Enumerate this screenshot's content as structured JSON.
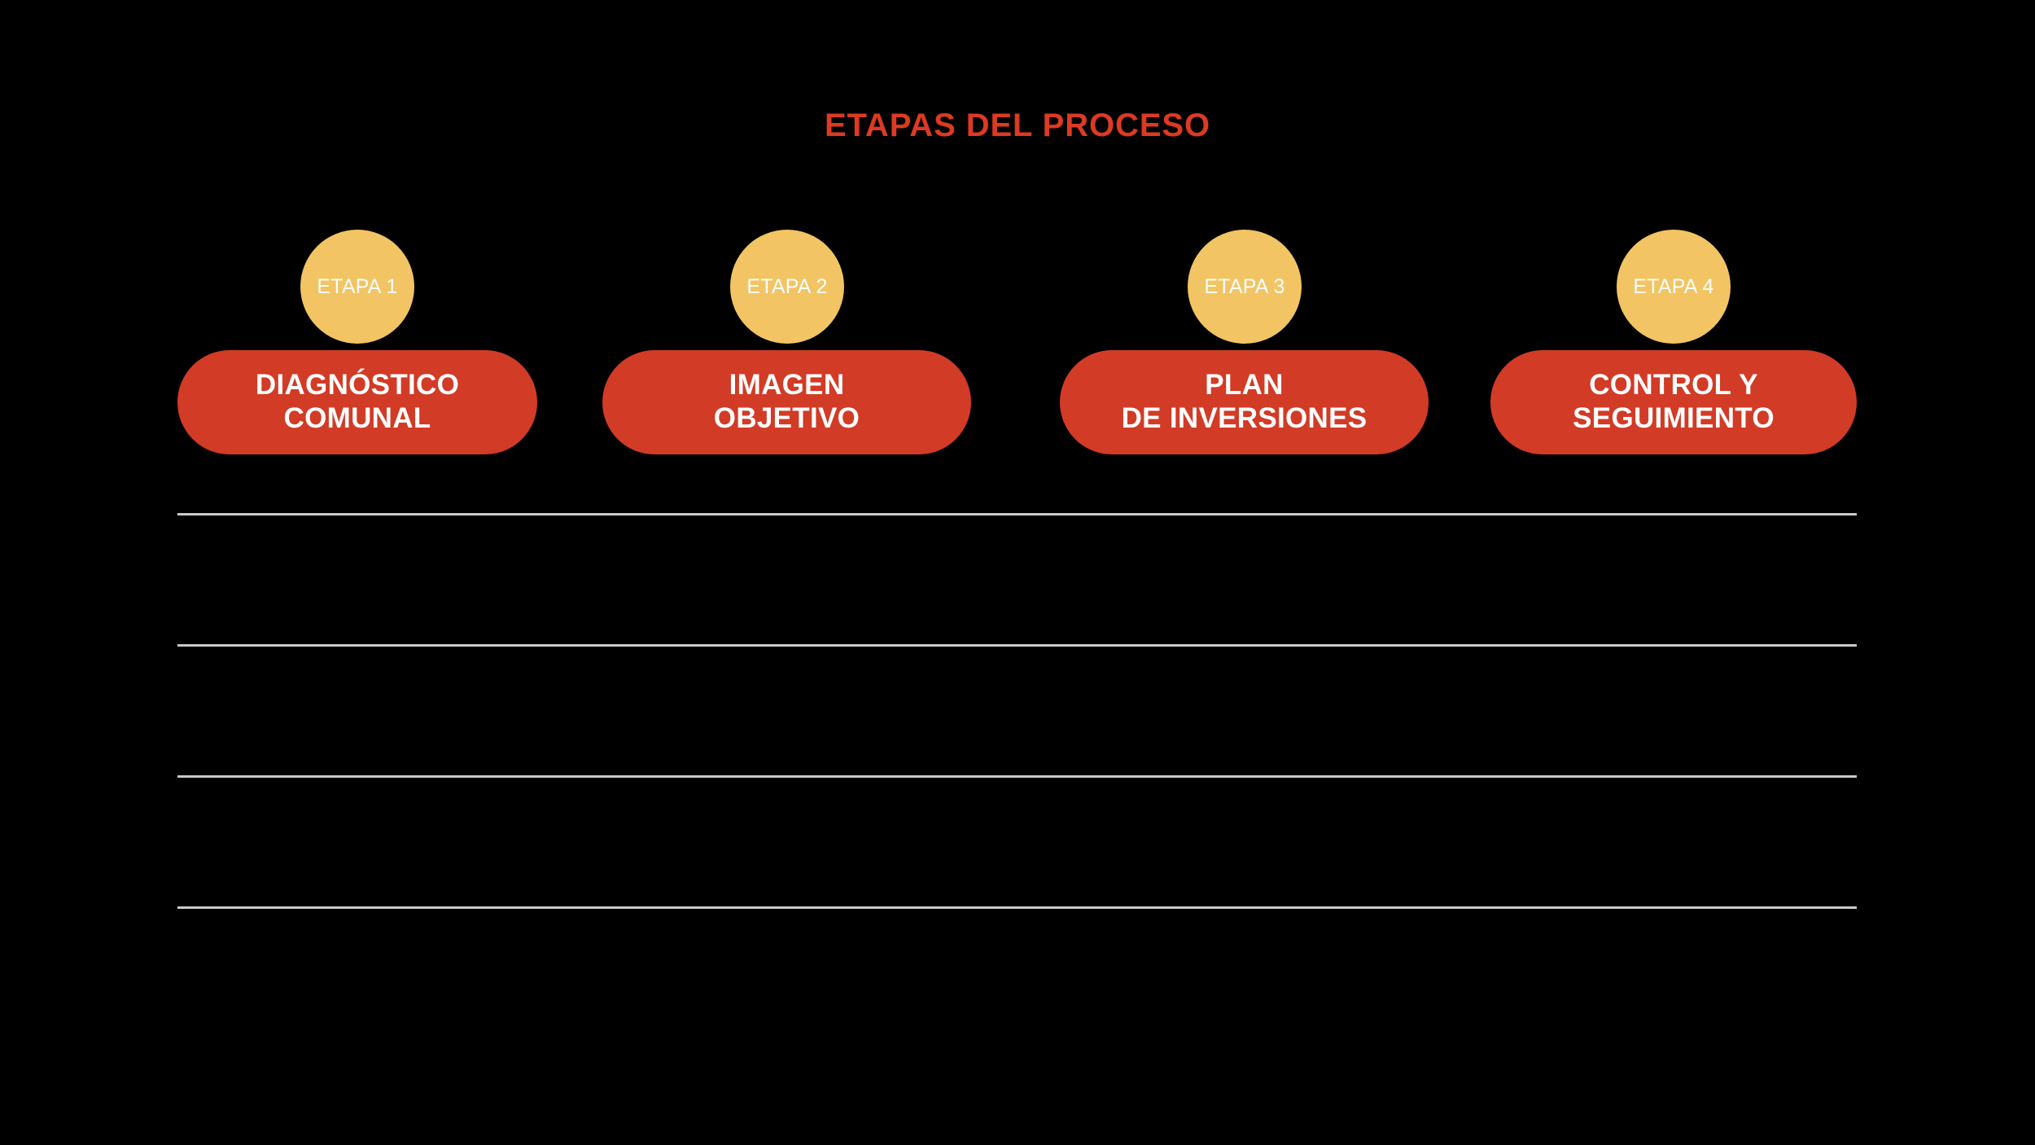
{
  "page": {
    "background_color": "#000000",
    "title": "ETAPAS DEL PROCESO",
    "title_color": "#DC3A22"
  },
  "theme": {
    "circle_color": "#F2C463",
    "pill_color": "#D23B26",
    "text_color": "#FFFFFF",
    "divider_color": "#C9C9C7"
  },
  "stages": [
    {
      "badge": "ETAPA 1",
      "line1": "DIAGNÓSTICO",
      "line2": "COMUNAL"
    },
    {
      "badge": "ETAPA 2",
      "line1": "IMAGEN",
      "line2": "OBJETIVO"
    },
    {
      "badge": "ETAPA 3",
      "line1": "PLAN",
      "line2": "DE INVERSIONES"
    },
    {
      "badge": "ETAPA 4",
      "line1": "CONTROL Y",
      "line2": "SEGUIMIENTO"
    }
  ],
  "dividers": [
    {
      "id": "divider-1"
    },
    {
      "id": "divider-2"
    },
    {
      "id": "divider-3"
    },
    {
      "id": "divider-4"
    }
  ]
}
